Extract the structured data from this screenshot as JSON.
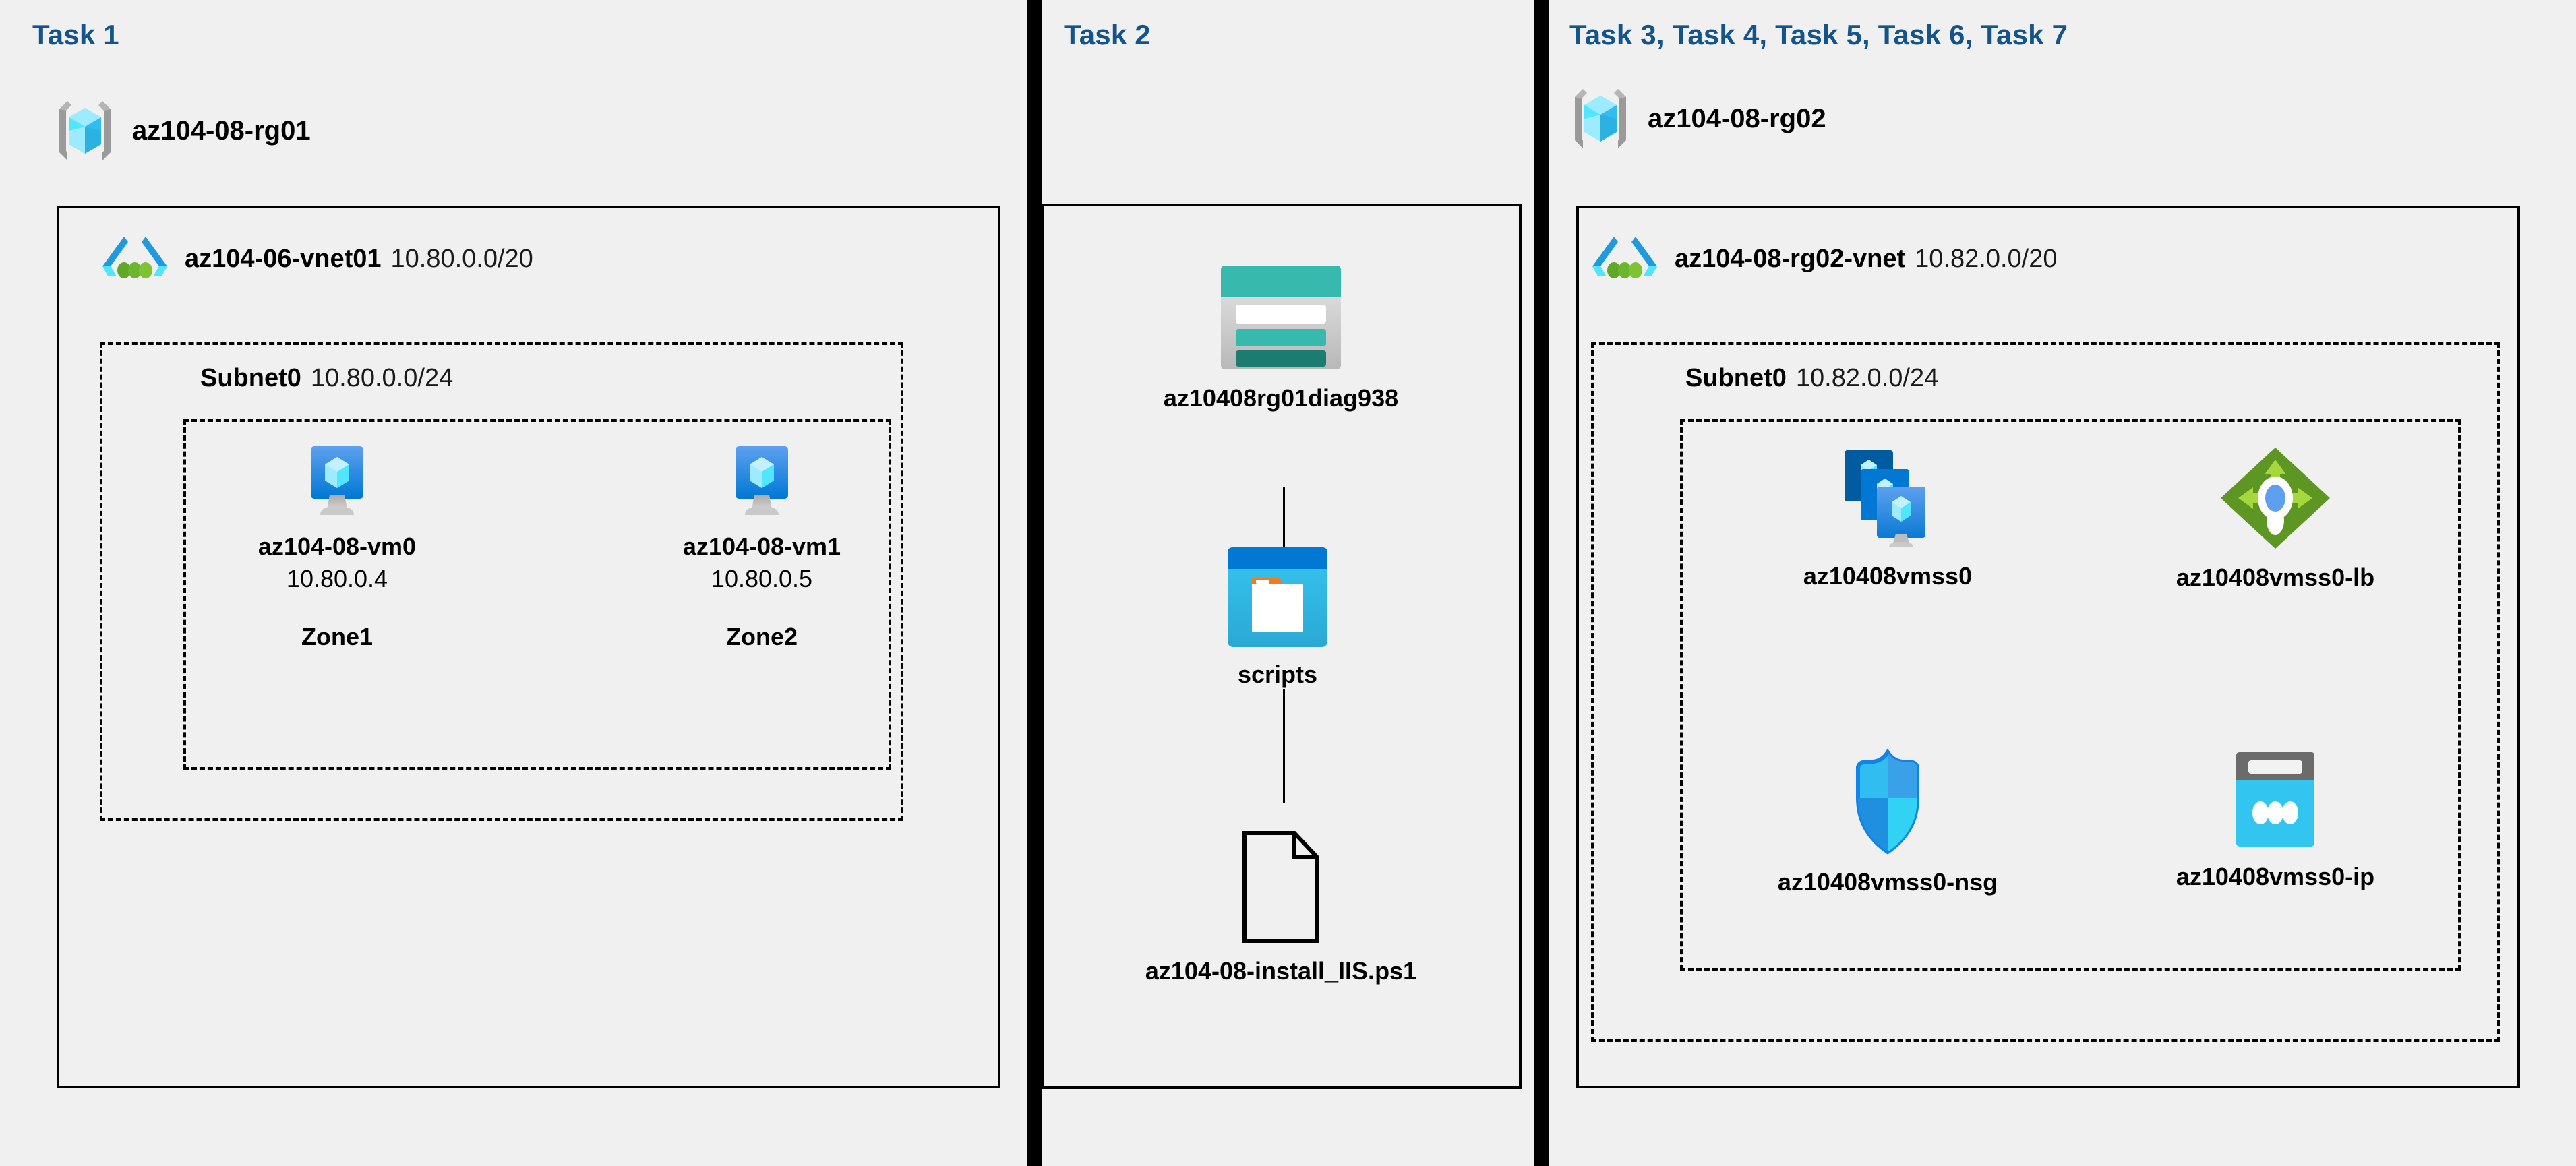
{
  "panels": [
    {
      "id": "task1",
      "heading": "Task 1"
    },
    {
      "id": "task2",
      "heading": "Task 2"
    },
    {
      "id": "task3",
      "heading": "Task 3, Task 4, Task 5, Task 6, Task 7"
    }
  ],
  "colors": {
    "heading_blue": "#14548c",
    "panel_background": "#f0f0f0",
    "divider": "#000000",
    "azure_blue": "#0078d4",
    "vnet_blue": "#1f9bdd",
    "vnet_green": "#5fa828",
    "storage_teal": "#38b9ae",
    "storage_teal_dark": "#1d7c72",
    "lb_green": "#5e9624",
    "lb_green_light": "#a5d83c",
    "nsg_blue": "#32bdf0",
    "nsg_blue_dark": "#0f83e8",
    "ip_cyan": "#32c5ef",
    "ip_gray": "#6b6b6b",
    "rg_bracket_gray": "#9a9a9a",
    "cube_cyan": "#50e6ff"
  },
  "task1": {
    "resource_group": {
      "name": "az104-08-rg01",
      "icon": "resource-group-icon"
    },
    "vnet": {
      "name": "az104-06-vnet01",
      "cidr": "10.80.0.0/20",
      "icon": "virtual-network-icon"
    },
    "subnet": {
      "name": "Subnet0",
      "cidr": "10.80.0.0/24"
    },
    "vms": [
      {
        "name": "az104-08-vm0",
        "ip": "10.80.0.4",
        "zone": "Zone1",
        "icon": "virtual-machine-icon"
      },
      {
        "name": "az104-08-vm1",
        "ip": "10.80.0.5",
        "zone": "Zone2",
        "icon": "virtual-machine-icon"
      }
    ]
  },
  "task2": {
    "storage_account": {
      "name": "az10408rg01diag938",
      "icon": "storage-account-icon"
    },
    "container": {
      "name": "scripts",
      "icon": "blob-container-icon"
    },
    "file": {
      "name": "az104-08-install_IIS.ps1",
      "icon": "file-icon"
    }
  },
  "task3": {
    "resource_group": {
      "name": "az104-08-rg02",
      "icon": "resource-group-icon"
    },
    "vnet": {
      "name": "az104-08-rg02-vnet",
      "cidr": "10.82.0.0/20",
      "icon": "virtual-network-icon"
    },
    "subnet": {
      "name": "Subnet0",
      "cidr": "10.82.0.0/24"
    },
    "resources": [
      {
        "name": "az10408vmss0",
        "icon": "vm-scale-set-icon"
      },
      {
        "name": "az10408vmss0-lb",
        "icon": "load-balancer-icon"
      },
      {
        "name": "az10408vmss0-nsg",
        "icon": "network-security-group-icon"
      },
      {
        "name": "az10408vmss0-ip",
        "icon": "public-ip-address-icon"
      }
    ]
  }
}
